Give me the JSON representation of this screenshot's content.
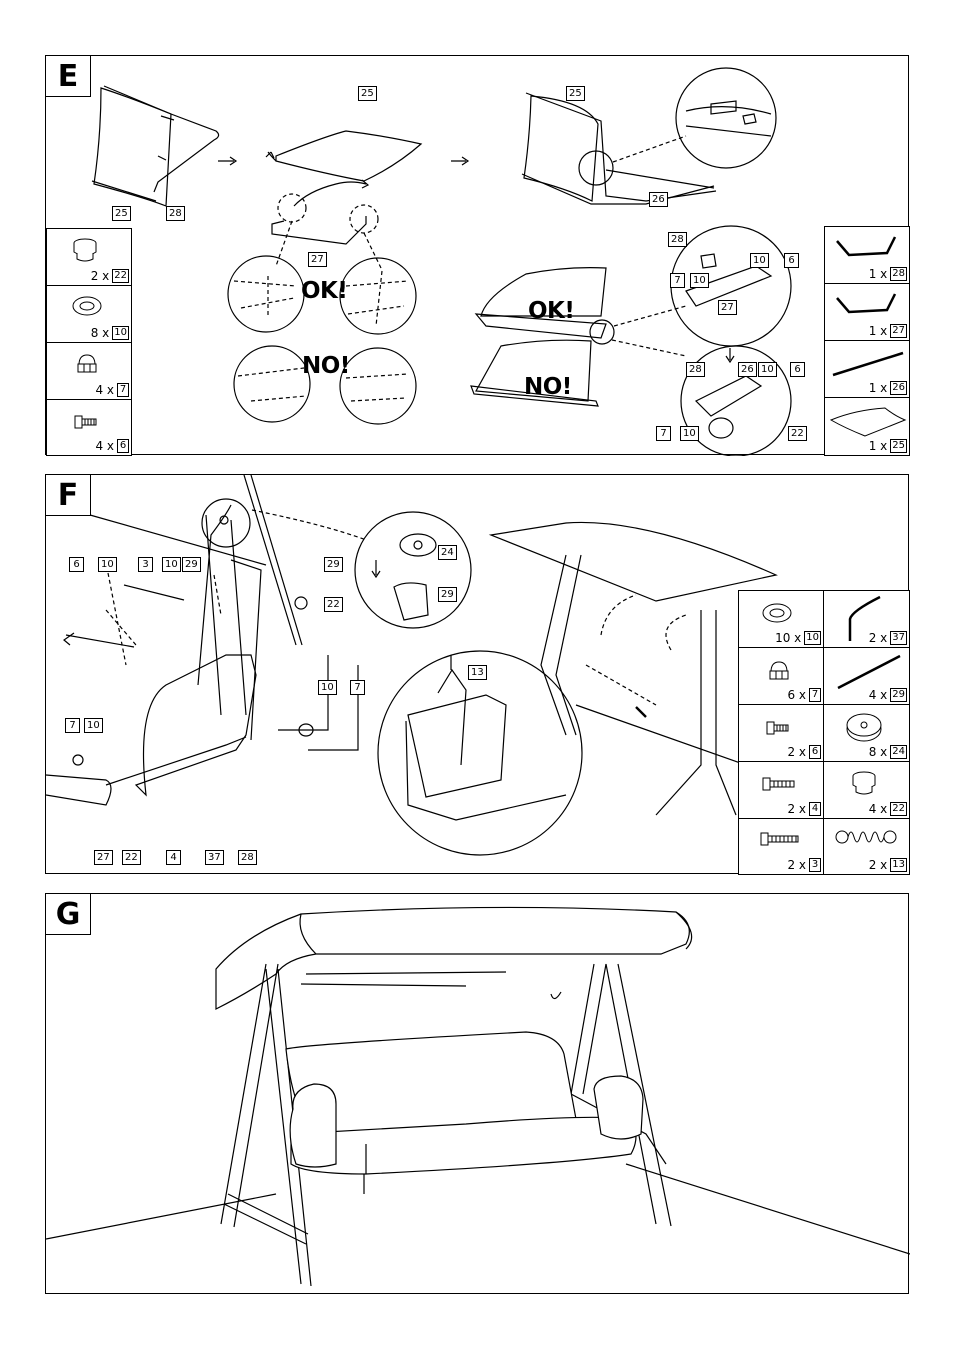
{
  "panels": {
    "e": {
      "letter": "E"
    },
    "f": {
      "letter": "F"
    },
    "g": {
      "letter": "G"
    }
  },
  "e_labels": {
    "ok1": "OK!",
    "no1": "NO!",
    "ok2": "OK!",
    "no2": "NO!"
  },
  "e_tags": [
    "25",
    "28",
    "25",
    "27",
    "25",
    "26",
    "28",
    "10",
    "6",
    "7",
    "10",
    "27",
    "28",
    "26",
    "10",
    "6",
    "7",
    "10",
    "22"
  ],
  "e_left_parts": [
    {
      "icon": "end-cap-icon",
      "qty": "2 x",
      "num": "22"
    },
    {
      "icon": "washer-icon",
      "qty": "8 x",
      "num": "10"
    },
    {
      "icon": "cap-nut-icon",
      "qty": "4 x",
      "num": "7"
    },
    {
      "icon": "short-bolt-icon",
      "qty": "4 x",
      "num": "6"
    }
  ],
  "e_right_parts": [
    {
      "icon": "bent-tube-icon",
      "qty": "1 x",
      "num": "28"
    },
    {
      "icon": "bent-tube-icon",
      "qty": "1 x",
      "num": "27"
    },
    {
      "icon": "straight-rod-icon",
      "qty": "1 x",
      "num": "26"
    },
    {
      "icon": "fabric-cover-icon",
      "qty": "1 x",
      "num": "25"
    }
  ],
  "f_tags": [
    "6",
    "10",
    "3",
    "10",
    "29",
    "29",
    "22",
    "24",
    "29",
    "13",
    "10",
    "7",
    "7",
    "10",
    "27",
    "22",
    "4",
    "37",
    "28"
  ],
  "f_parts": [
    {
      "icon": "washer-icon",
      "qty": "10 x",
      "num": "10"
    },
    {
      "icon": "curved-rod-icon",
      "qty": "2 x",
      "num": "37"
    },
    {
      "icon": "cap-nut-icon",
      "qty": "6 x",
      "num": "7"
    },
    {
      "icon": "straight-rod-icon",
      "qty": "4 x",
      "num": "29"
    },
    {
      "icon": "short-bolt-icon",
      "qty": "2 x",
      "num": "6"
    },
    {
      "icon": "spacer-disc-icon",
      "qty": "8 x",
      "num": "24"
    },
    {
      "icon": "medium-bolt-icon",
      "qty": "2 x",
      "num": "4"
    },
    {
      "icon": "end-cap-icon",
      "qty": "4 x",
      "num": "22"
    },
    {
      "icon": "long-bolt-icon",
      "qty": "2 x",
      "num": "3"
    },
    {
      "icon": "spring-icon",
      "qty": "2 x",
      "num": "13"
    }
  ]
}
